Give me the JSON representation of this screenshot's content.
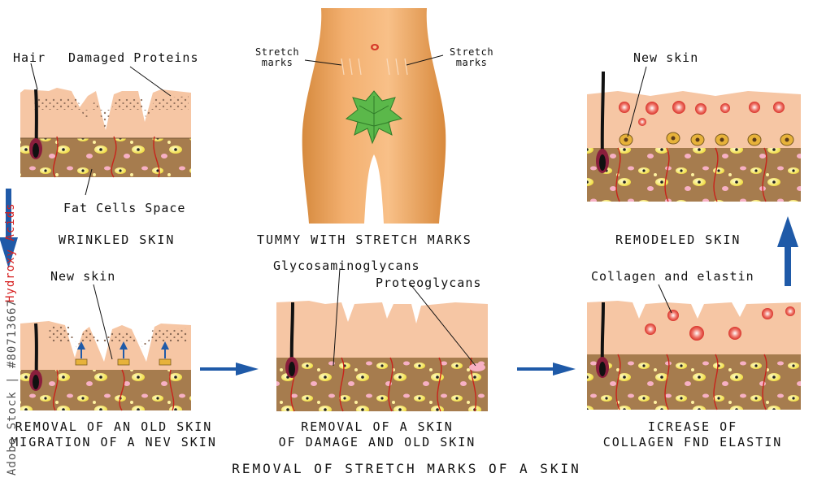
{
  "labels": {
    "hair": "Hair",
    "damaged_proteins": "Damaged Proteins",
    "fat_cells_space": "Fat Cells Space",
    "new_skin_1": "New skin",
    "stretch_marks_left": "Stretch\nmarks",
    "stretch_marks_right": "Stretch\nmarks",
    "glycosaminoglycans": "Glycosaminoglycans",
    "proteoglycans": "Proteoglycans",
    "new_skin_2": "New skin",
    "collagen_elastin": "Collagen and elastin",
    "hydroxy_acids": "Hydroxy Acids",
    "stock_id": "Adobe Stock | #80713667"
  },
  "captions": {
    "wrinkled": "WRINKLED SKIN",
    "tummy": "TUMMY WITH STRETCH MARKS",
    "remodeled": "REMODELED SKIN",
    "removal_old_1": "REMOVAL OF AN OLD SKIN",
    "removal_old_2": "MIGRATION OF A NEV SKIN",
    "removal_damage_1": "REMOVAL OF A SKIN",
    "removal_damage_2": "OF DAMAGE AND OLD SKIN",
    "increase_1": "ICREASE OF",
    "increase_2": "COLLAGEN FND ELASTIN",
    "title": "REMOVAL OF STRETCH MARKS  OF A SKIN"
  },
  "colors": {
    "epidermis": "#f6c6a4",
    "dermis": "#a67c4e",
    "fat_cell": "#f3e55a",
    "vessel": "#c8231b",
    "arrow": "#1f5aa8",
    "star": "#e0453a"
  }
}
